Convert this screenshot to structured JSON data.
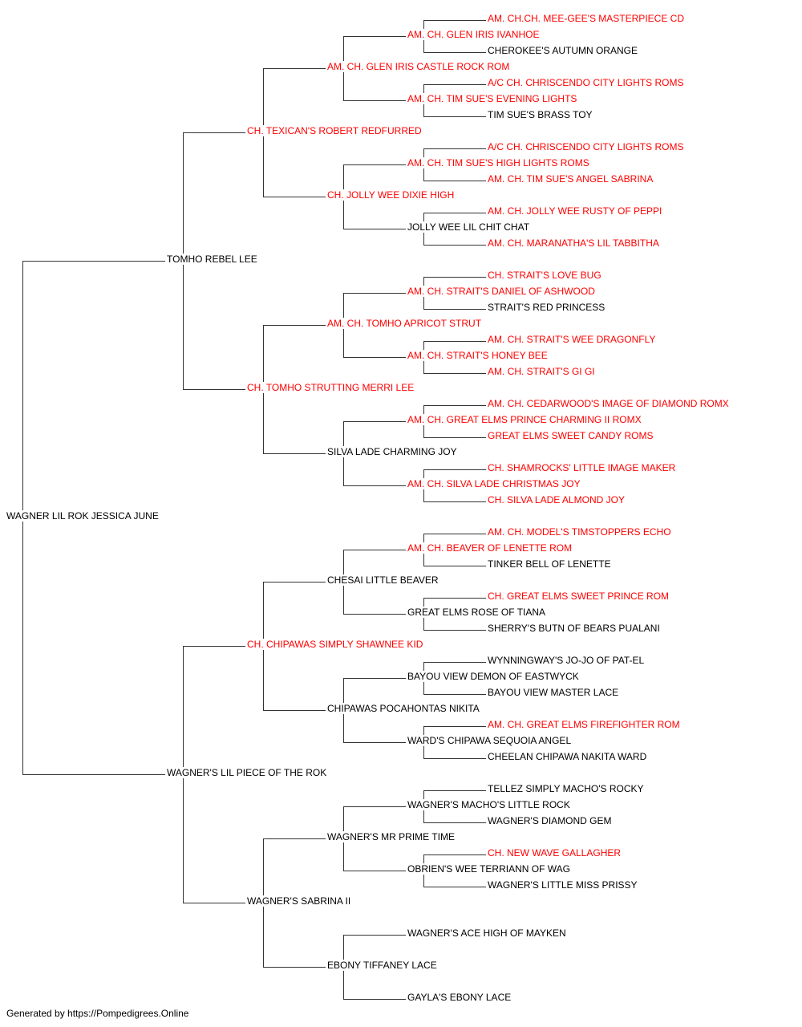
{
  "pedigree": [
    {
      "id": "0",
      "name": "WAGNER LIL ROK JESSICA JUNE",
      "champion": false
    },
    {
      "id": "1",
      "name": "TOMHO REBEL LEE",
      "champion": false
    },
    {
      "id": "2",
      "name": "WAGNER'S LIL PIECE OF THE ROK",
      "champion": false
    },
    {
      "id": "11",
      "name": "CH. TEXICAN'S ROBERT REDFURRED",
      "champion": true
    },
    {
      "id": "12",
      "name": "CH. TOMHO STRUTTING MERRI LEE",
      "champion": true
    },
    {
      "id": "21",
      "name": "CH. CHIPAWAS SIMPLY SHAWNEE KID",
      "champion": true
    },
    {
      "id": "22",
      "name": "WAGNER'S SABRINA II",
      "champion": false
    },
    {
      "id": "111",
      "name": "AM. CH. GLEN IRIS CASTLE ROCK ROM",
      "champion": true
    },
    {
      "id": "112",
      "name": "CH. JOLLY WEE DIXIE HIGH",
      "champion": true
    },
    {
      "id": "121",
      "name": "AM. CH. TOMHO APRICOT STRUT",
      "champion": true
    },
    {
      "id": "122",
      "name": "SILVA LADE CHARMING JOY",
      "champion": false
    },
    {
      "id": "211",
      "name": "CHESAI LITTLE BEAVER",
      "champion": false
    },
    {
      "id": "212",
      "name": "CHIPAWAS POCAHONTAS NIKITA",
      "champion": false
    },
    {
      "id": "221",
      "name": "WAGNER'S MR PRIME TIME",
      "champion": false
    },
    {
      "id": "222",
      "name": "EBONY TIFFANEY LACE",
      "champion": false
    },
    {
      "id": "1111",
      "name": "AM. CH. GLEN IRIS IVANHOE",
      "champion": true
    },
    {
      "id": "1112",
      "name": "AM. CH. TIM SUE'S EVENING LIGHTS",
      "champion": true
    },
    {
      "id": "1121",
      "name": "AM. CH. TIM SUE'S HIGH LIGHTS ROMS",
      "champion": true
    },
    {
      "id": "1122",
      "name": "JOLLY WEE LIL CHIT CHAT",
      "champion": false
    },
    {
      "id": "1211",
      "name": "AM. CH. STRAIT'S DANIEL OF ASHWOOD",
      "champion": true
    },
    {
      "id": "1212",
      "name": "AM. CH. STRAIT'S HONEY BEE",
      "champion": true
    },
    {
      "id": "1221",
      "name": "AM. CH. GREAT ELMS PRINCE CHARMING II ROMX",
      "champion": true
    },
    {
      "id": "1222",
      "name": "AM. CH. SILVA LADE CHRISTMAS JOY",
      "champion": true
    },
    {
      "id": "2111",
      "name": "AM. CH. BEAVER OF LENETTE ROM",
      "champion": true
    },
    {
      "id": "2112",
      "name": "GREAT ELMS ROSE OF TIANA",
      "champion": false
    },
    {
      "id": "2121",
      "name": "BAYOU VIEW DEMON OF EASTWYCK",
      "champion": false
    },
    {
      "id": "2122",
      "name": "WARD'S CHIPAWA SEQUOIA ANGEL",
      "champion": false
    },
    {
      "id": "2211",
      "name": "WAGNER'S MACHO'S LITTLE ROCK",
      "champion": false
    },
    {
      "id": "2212",
      "name": "OBRIEN'S WEE TERRIANN OF WAG",
      "champion": false
    },
    {
      "id": "2221",
      "name": "WAGNER'S ACE HIGH OF MAYKEN",
      "champion": false
    },
    {
      "id": "2222",
      "name": "GAYLA'S EBONY LACE",
      "champion": false
    },
    {
      "id": "11111",
      "name": "AM. CH.CH. MEE-GEE'S MASTERPIECE CD",
      "champion": true
    },
    {
      "id": "11112",
      "name": "CHEROKEE'S AUTUMN ORANGE",
      "champion": false
    },
    {
      "id": "11121",
      "name": "A/C CH. CHRISCENDO CITY LIGHTS ROMS",
      "champion": true
    },
    {
      "id": "11122",
      "name": "TIM SUE'S BRASS TOY",
      "champion": false
    },
    {
      "id": "11211",
      "name": "A/C CH. CHRISCENDO CITY LIGHTS ROMS",
      "champion": true
    },
    {
      "id": "11212",
      "name": "AM. CH. TIM SUE'S ANGEL SABRINA",
      "champion": true
    },
    {
      "id": "11221",
      "name": "AM. CH. JOLLY WEE RUSTY OF PEPPI",
      "champion": true
    },
    {
      "id": "11222",
      "name": "AM. CH. MARANATHA'S LIL TABBITHA",
      "champion": true
    },
    {
      "id": "12111",
      "name": "CH. STRAIT'S LOVE BUG",
      "champion": true
    },
    {
      "id": "12112",
      "name": "STRAIT'S RED PRINCESS",
      "champion": false
    },
    {
      "id": "12121",
      "name": "AM. CH. STRAIT'S WEE DRAGONFLY",
      "champion": true
    },
    {
      "id": "12122",
      "name": "AM. CH. STRAIT'S GI GI",
      "champion": true
    },
    {
      "id": "12211",
      "name": "AM. CH. CEDARWOOD'S IMAGE OF DIAMOND ROMX",
      "champion": true
    },
    {
      "id": "12212",
      "name": "GREAT ELMS SWEET CANDY ROMS",
      "champion": true
    },
    {
      "id": "12221",
      "name": "CH. SHAMROCKS' LITTLE IMAGE MAKER",
      "champion": true
    },
    {
      "id": "12222",
      "name": "CH. SILVA LADE ALMOND JOY",
      "champion": true
    },
    {
      "id": "21111",
      "name": "AM. CH. MODEL'S TIMSTOPPERS ECHO",
      "champion": true
    },
    {
      "id": "21112",
      "name": "TINKER BELL OF LENETTE",
      "champion": false
    },
    {
      "id": "21121",
      "name": "CH. GREAT ELMS SWEET PRINCE ROM",
      "champion": true
    },
    {
      "id": "21122",
      "name": "SHERRY'S BUTN OF BEARS PUALANI",
      "champion": false
    },
    {
      "id": "21211",
      "name": "WYNNINGWAY'S JO-JO OF PAT-EL",
      "champion": false
    },
    {
      "id": "21212",
      "name": "BAYOU VIEW MASTER LACE",
      "champion": false
    },
    {
      "id": "21221",
      "name": "AM. CH. GREAT ELMS FIREFIGHTER ROM",
      "champion": true
    },
    {
      "id": "21222",
      "name": "CHEELAN CHIPAWA NAKITA WARD",
      "champion": false
    },
    {
      "id": "22111",
      "name": "TELLEZ SIMPLY MACHO'S ROCKY",
      "champion": false
    },
    {
      "id": "22112",
      "name": "WAGNER'S DIAMOND GEM",
      "champion": false
    },
    {
      "id": "22121",
      "name": "CH. NEW WAVE GALLAGHER",
      "champion": true
    },
    {
      "id": "22122",
      "name": "WAGNER'S LITTLE MISS PRISSY",
      "champion": false
    }
  ],
  "colors": {
    "champion": "#ff0000",
    "normal": "#000000",
    "line": "#333333"
  },
  "footer": "Generated by https://Pompedigrees.Online"
}
